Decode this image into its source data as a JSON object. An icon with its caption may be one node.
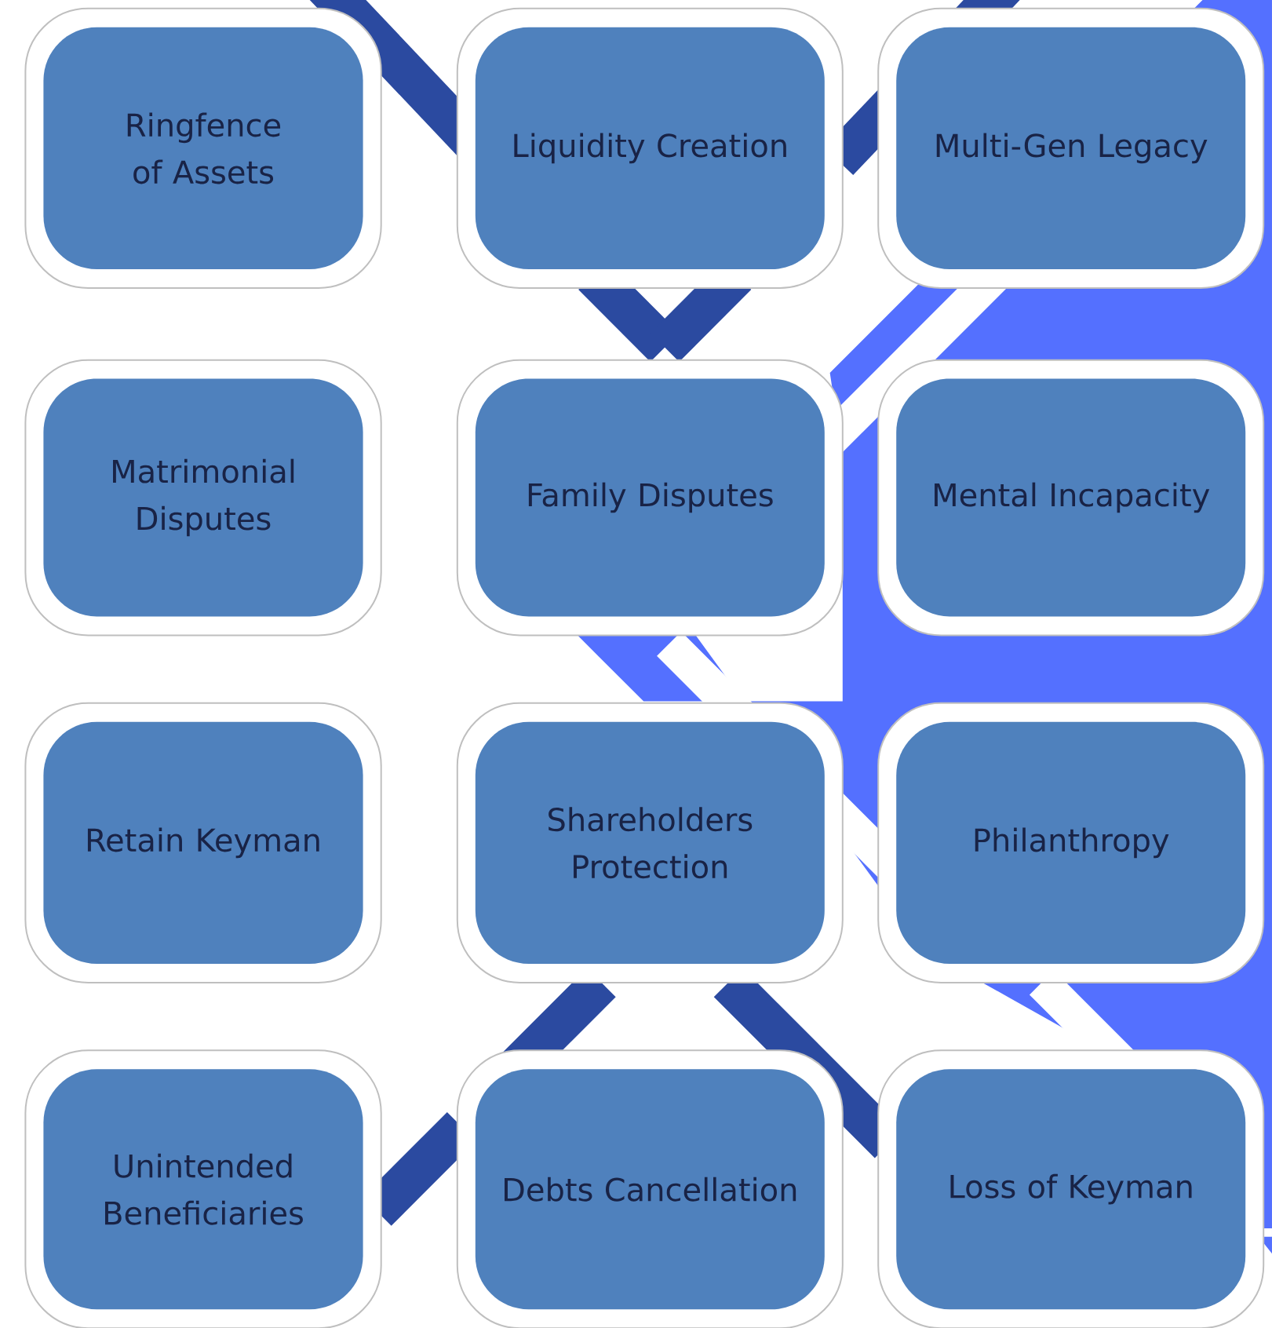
{
  "diagram": {
    "nodes": [
      {
        "text": [
          "Ringfence of Assets"
        ]
      },
      {
        "text": [
          "Liquidity Creation"
        ]
      },
      {
        "text": [
          "Multi-Gen Legacy"
        ]
      },
      {
        "text": [
          "Matrimonial Disputes"
        ]
      },
      {
        "text": [
          "Family Disputes"
        ]
      },
      {
        "text": [
          "Mental Incapacity"
        ]
      },
      {
        "text": [
          "Retain Keyman"
        ]
      },
      {
        "text": [
          "Shareholders Protection"
        ]
      },
      {
        "text": [
          "Philanthropy"
        ]
      },
      {
        "text": [
          "Unintended Beneficiaries"
        ]
      },
      {
        "text": [
          "Debts Cancellation"
        ]
      },
      {
        "text": [
          "Loss of Keyman"
        ]
      }
    ]
  }
}
